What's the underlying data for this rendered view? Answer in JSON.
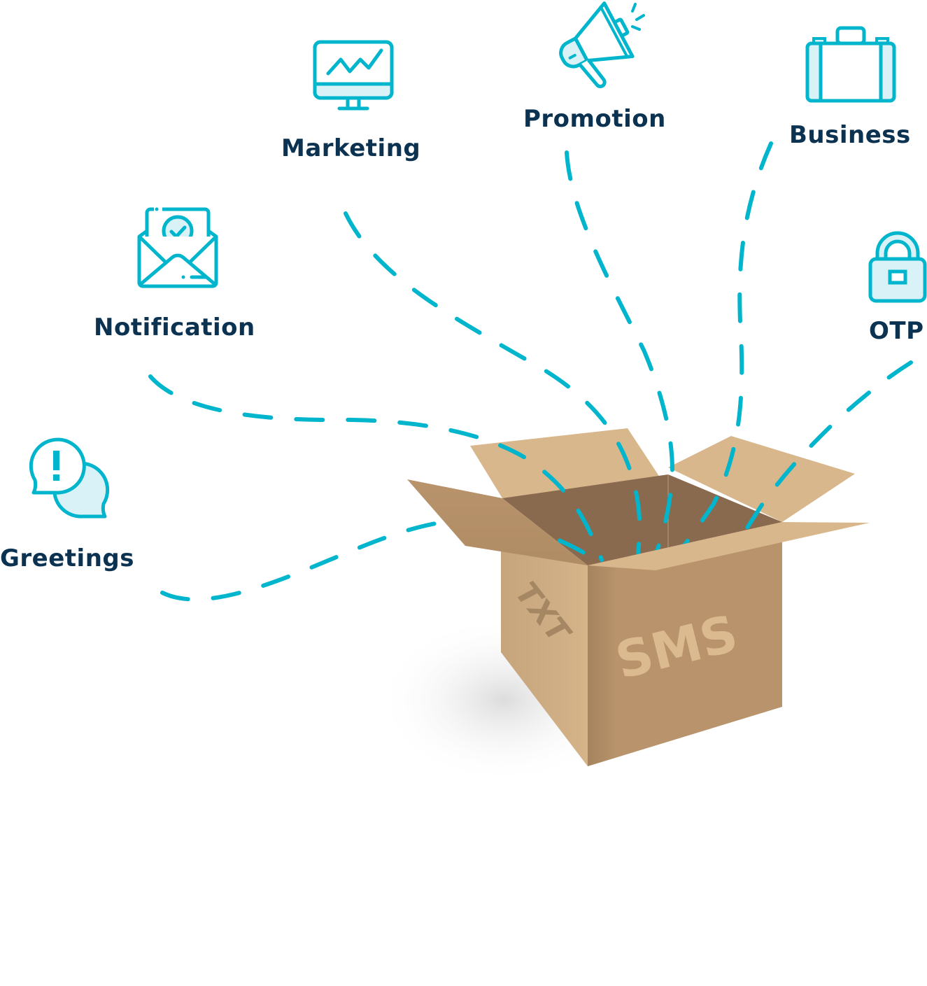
{
  "colors": {
    "accent": "#00b5cc",
    "accent_fill": "#d9f2f7",
    "label_text": "#0b3250",
    "box_light": "#d9b78c",
    "box_mid": "#b8936b",
    "box_dark": "#8a6a4e",
    "box_text_front": "#dcba8f",
    "box_text_side": "#a68763"
  },
  "categories": [
    {
      "id": "marketing",
      "label": "Marketing",
      "icon": "monitor-chart-icon"
    },
    {
      "id": "promotion",
      "label": "Promotion",
      "icon": "megaphone-icon"
    },
    {
      "id": "business",
      "label": "Business",
      "icon": "briefcase-icon"
    },
    {
      "id": "notification",
      "label": "Notification",
      "icon": "envelope-check-icon"
    },
    {
      "id": "otp",
      "label": "OTP",
      "icon": "padlock-icon"
    },
    {
      "id": "greetings",
      "label": "Greetings",
      "icon": "chat-bubbles-alert-icon"
    }
  ],
  "box": {
    "front_label": "SMS",
    "side_label": "TXT"
  }
}
